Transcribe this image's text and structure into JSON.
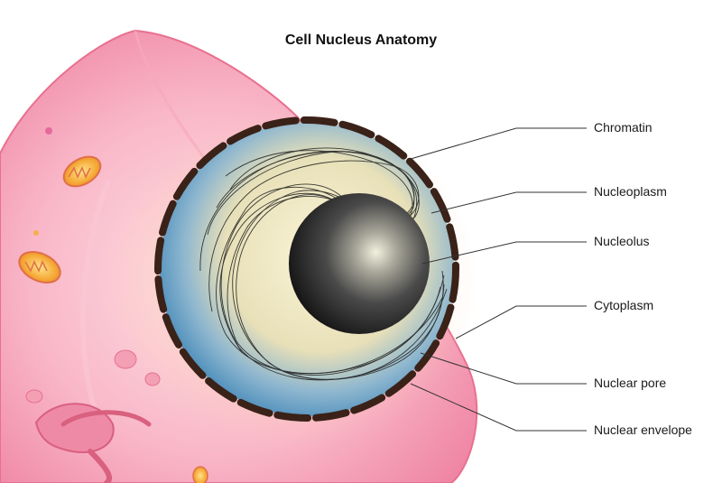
{
  "title": "Cell Nucleus Anatomy",
  "labels": [
    {
      "id": "chromatin",
      "text": "Chromatin"
    },
    {
      "id": "nucleoplasm",
      "text": "Nucleoplasm"
    },
    {
      "id": "nucleolus",
      "text": "Nucleolus"
    },
    {
      "id": "cytoplasm",
      "text": "Cytoplasm"
    },
    {
      "id": "nuclear-pore",
      "text": "Nuclear pore"
    },
    {
      "id": "nuclear-envelope",
      "text": "Nuclear envelope"
    }
  ],
  "colors": {
    "cell_membrane": "#f07aa0",
    "cytoplasm": "#fbb6c7",
    "nucleoplasm_outer": "#4f94c4",
    "nucleoplasm_inner": "#f3ecc6",
    "nuclear_envelope": "#3a2218",
    "nucleolus": "#2a2a2a",
    "mitochondria": "#f5b233",
    "leader_line": "#333333"
  }
}
